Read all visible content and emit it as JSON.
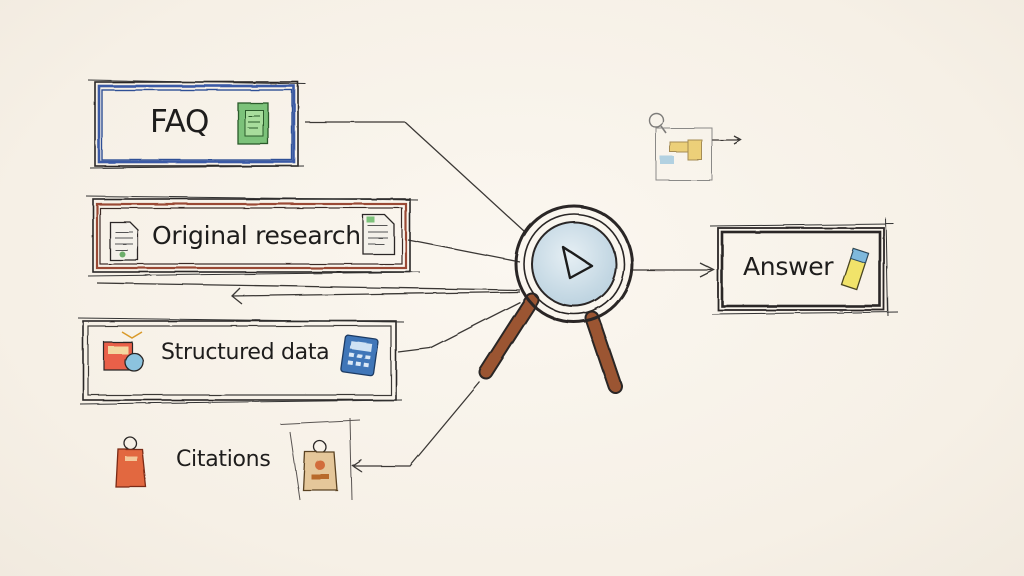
{
  "diagram": {
    "sources": [
      {
        "id": "faq",
        "label": "FAQ",
        "icon": "document-icon"
      },
      {
        "id": "research",
        "label": "Original research",
        "icon": "document-icon"
      },
      {
        "id": "structured",
        "label": "Structured data",
        "icon": "calculator-icon"
      },
      {
        "id": "citations",
        "label": "Citations",
        "icon": "tag-icon"
      }
    ],
    "hub": {
      "icon": "magnifying-glass-icon"
    },
    "output": {
      "label": "Answer",
      "icon": "pencil-icon"
    },
    "colors": {
      "faq_border": "#3b5aa6",
      "research_border": "#9a4a36",
      "ink": "#2a2725",
      "lens_fill": "#cfe0ea",
      "handle": "#8a4a2a",
      "paper": "#f8f3ea"
    }
  }
}
